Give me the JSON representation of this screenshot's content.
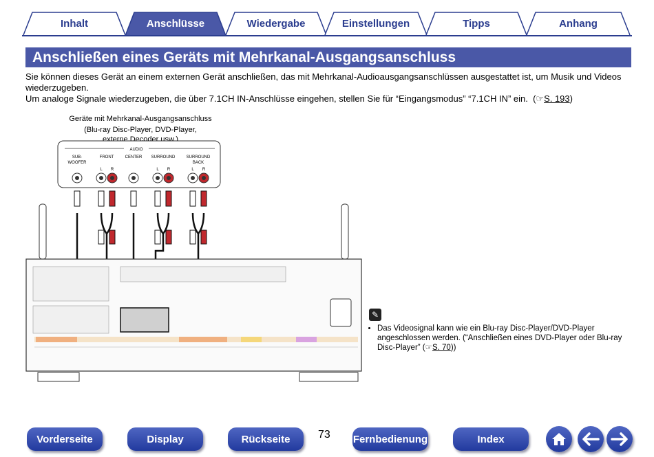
{
  "tabs": [
    {
      "label": "Inhalt"
    },
    {
      "label": "Anschlüsse"
    },
    {
      "label": "Wiedergabe"
    },
    {
      "label": "Einstellungen"
    },
    {
      "label": "Tipps"
    },
    {
      "label": "Anhang"
    }
  ],
  "title": "Anschließen eines Geräts mit Mehrkanal-Ausgangsanschluss",
  "paragraph1": "Sie können dieses Gerät an einem externen Gerät anschließen, das mit Mehrkanal-Audioausgangsanschlüssen ausgestattet ist, um Musik und Videos wiederzugeben.",
  "paragraph2": "Um analoge Signale wiederzugeben, die über 7.1CH IN-Anschlüsse eingehen, stellen Sie für “Eingangsmodus” “7.1CH IN” ein.",
  "paragraph2_ref": "S. 193",
  "diagram": {
    "device_label_1": "Geräte mit Mehrkanal-Ausgangsanschluss",
    "device_label_2": "(Blu-ray Disc-Player, DVD-Player,",
    "device_label_3": "externe Decoder usw.)",
    "audio_label": "AUDIO",
    "ch_subwoofer_1": "SUB-",
    "ch_subwoofer_2": "WOOFER",
    "ch_front": "FRONT",
    "ch_center": "CENTER",
    "ch_surround": "SURROUND",
    "ch_surround_back_1": "SURROUND",
    "ch_surround_back_2": "BACK",
    "lr_l": "L",
    "lr_r": "R"
  },
  "note": {
    "text": "Das Videosignal kann wie ein Blu-ray Disc-Player/DVD-Player angeschlossen werden. (“Anschließen eines DVD-Player oder Blu-ray Disc-Player” (",
    "ref": "S. 70",
    "text_end": "))"
  },
  "footer": {
    "btn1": "Vorderseite",
    "btn2": "Display",
    "btn3": "Rückseite",
    "page": "73",
    "btn4": "Fernbedienung",
    "btn5": "Index"
  },
  "colors": {
    "accent": "#4a58a7",
    "tab_text": "#2b3d8f",
    "plug_red": "#c0282d"
  }
}
